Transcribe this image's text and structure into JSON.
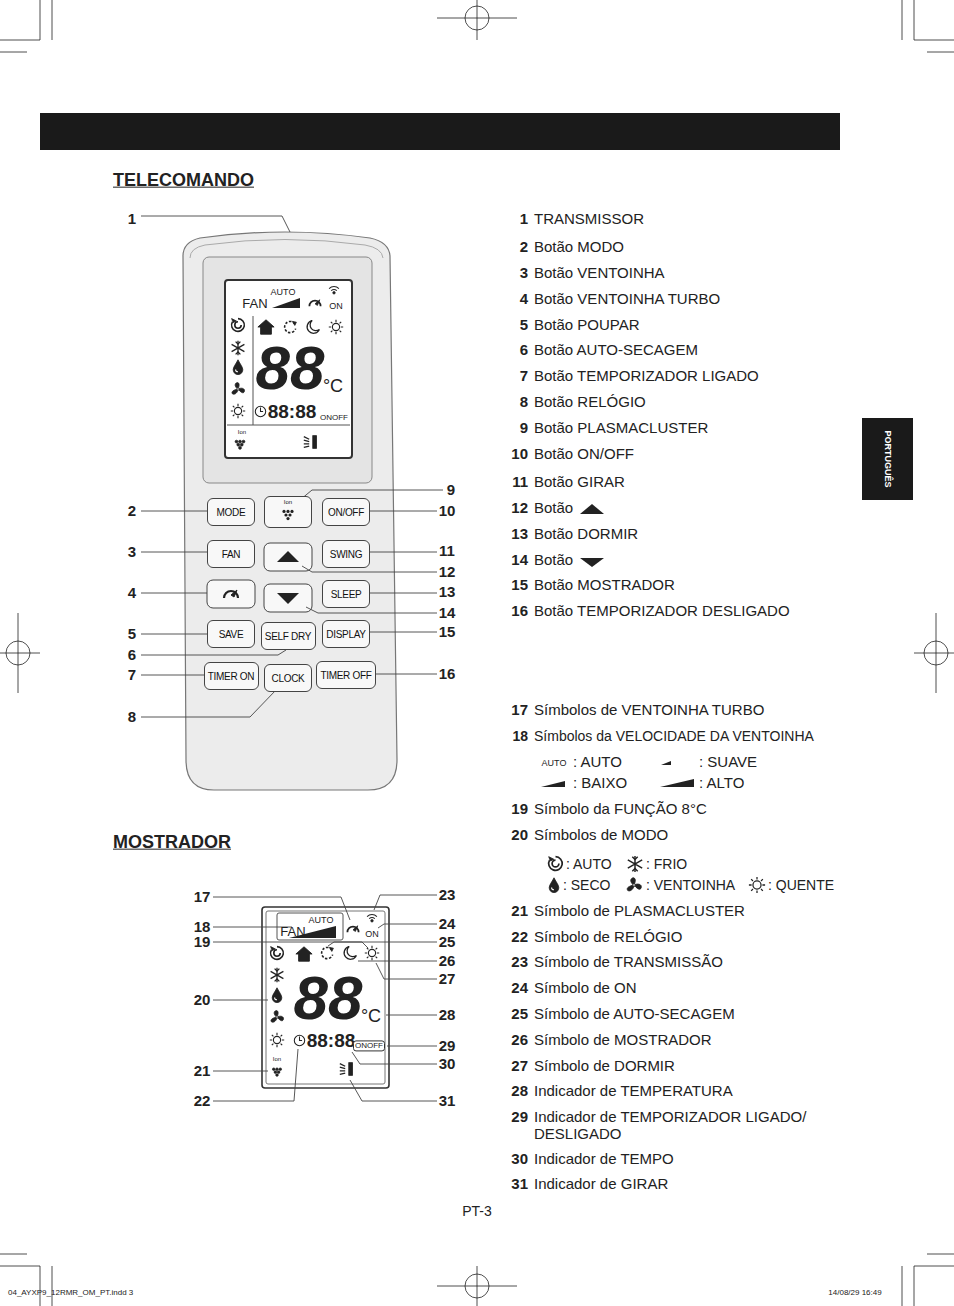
{
  "diagram": {
    "nodes": [
      {
        "text": [
          "PORTUGUÊS"
        ]
      },
      {
        "text": [
          "MODE"
        ]
      },
      {
        "text": [
          "Ion"
        ]
      },
      {
        "text": [
          "ON/OFF"
        ]
      },
      {
        "text": [
          "FAN"
        ]
      },
      {
        "text": [
          "SWING"
        ]
      },
      {
        "text": [
          "SLEEP"
        ]
      },
      {
        "text": [
          "SAVE"
        ]
      },
      {
        "text": [
          "SELF DRY"
        ]
      },
      {
        "text": [
          "DISPLAY"
        ]
      },
      {
        "text": [
          "TIMER ON"
        ]
      },
      {
        "text": [
          "CLOCK"
        ]
      },
      {
        "text": [
          "TIMER OFF"
        ]
      }
    ],
    "labels": [
      "TELECOMANDO",
      "MOSTRADOR",
      "1",
      "TRANSMISSOR",
      "2",
      "Botão MODO",
      "3",
      "Botão VENTOINHA",
      "4",
      "Botão VENTOINHA TURBO",
      "5",
      "Botão POUPAR",
      "6",
      "Botão AUTO-SECAGEM",
      "7",
      "Botão TEMPORIZADOR LIGADO",
      "8",
      "Botão RELÓGIO",
      "9",
      "Botão PLASMACLUSTER",
      "10",
      "Botão ON/OFF",
      "11",
      "Botão GIRAR",
      "12",
      "Botão",
      "13",
      "Botão DORMIR",
      "14",
      "Botão",
      "15",
      "Botão MOSTRADOR",
      "16",
      "Botão TEMPORIZADOR DESLIGADO",
      "17",
      "Símbolos de VENTOINHA TURBO",
      "18",
      "Símbolos da VELOCIDADE DA VENTOINHA",
      "19",
      "Símbolo da FUNÇÃO 8°C",
      "20",
      "Símbolos de MODO",
      "21",
      "Símbolo de PLASMACLUSTER",
      "22",
      "Símbolo de RELÓGIO",
      "23",
      "Símbolo de TRANSMISSÃO",
      "24",
      "Símbolo de ON",
      "25",
      "Símbolo de AUTO-SECAGEM",
      "26",
      "Símbolo de MOSTRADOR",
      "27",
      "Símbolo de DORMIR",
      "28",
      "Indicador de TEMPERATURA",
      "29",
      "Indicador de TEMPORIZADOR LIGADO/ DESLIGADO",
      "30",
      "Indicador de TEMPO",
      "31",
      "Indicador de GIRAR",
      "AUTO",
      "1",
      "2",
      "3",
      "4",
      "5",
      "6",
      "7",
      "8",
      "9",
      "10",
      "11",
      "12",
      "13",
      "14",
      "15",
      "16",
      "17",
      "18",
      "19",
      "20",
      "21",
      "22",
      "23",
      "24",
      "25",
      "26",
      "27",
      "28",
      "29",
      "30",
      "31",
      "AUTO",
      "FAN",
      "ON",
      "88",
      "°C",
      "88:88",
      "ONOFF",
      "Ion",
      "AUTO",
      "FAN",
      "ON",
      "88",
      "°C",
      "88:88",
      "ONOFF",
      "Ion",
      "PT-3",
      "04_AYXP9_12RMR_OM_PT.indd 3",
      "14/08/29 16:49"
    ],
    "legend": [
      {
        "text": ": AUTO"
      },
      {
        "text": ": SUAVE"
      },
      {
        "text": ": BAIXO"
      },
      {
        "text": ": ALTO"
      },
      {
        "text": ": AUTO"
      },
      {
        "text": ": FRIO"
      },
      {
        "text": ": SECO"
      },
      {
        "text": ": VENTOINHA"
      },
      {
        "text": ": QUENTE"
      }
    ]
  }
}
